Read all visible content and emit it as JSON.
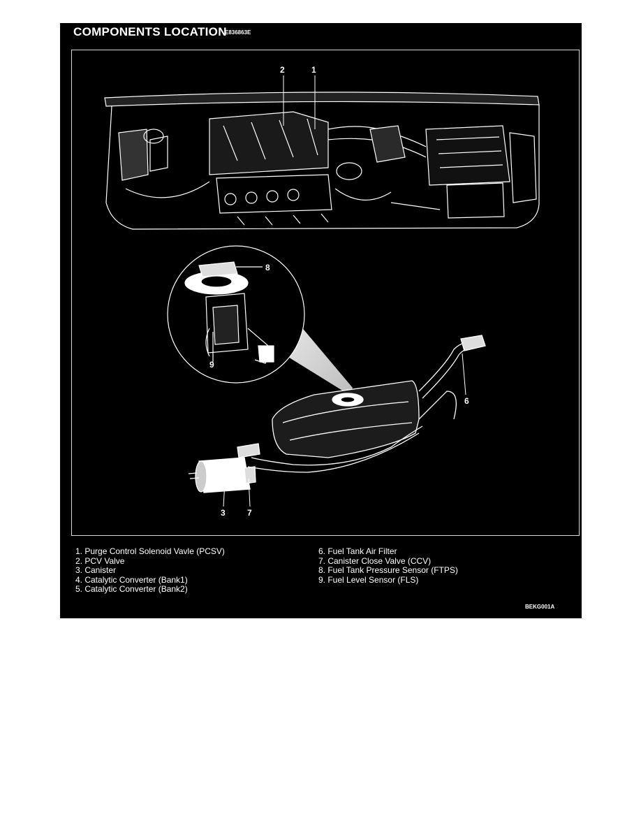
{
  "header": {
    "title": "COMPONENTS LOCATION",
    "code": "E836863E"
  },
  "callouts": [
    "2",
    "1",
    "8",
    "9",
    "6",
    "3",
    "7"
  ],
  "legend": {
    "left": [
      "1. Purge Control Solenoid Vavle (PCSV)",
      "2. PCV Valve",
      "3. Canister",
      "4. Catalytic Converter (Bank1)",
      "5. Catalytic Converter (Bank2)"
    ],
    "right": [
      "6. Fuel Tank Air Filter",
      "7. Canister Close Valve (CCV)",
      "8. Fuel Tank Pressure Sensor  (FTPS)",
      "9. Fuel Level Sensor (FLS)"
    ]
  },
  "figure_id": "BEKG001A",
  "colors": {
    "panel": "#000000",
    "ink": "#ffffff",
    "page": "#ffffff"
  }
}
